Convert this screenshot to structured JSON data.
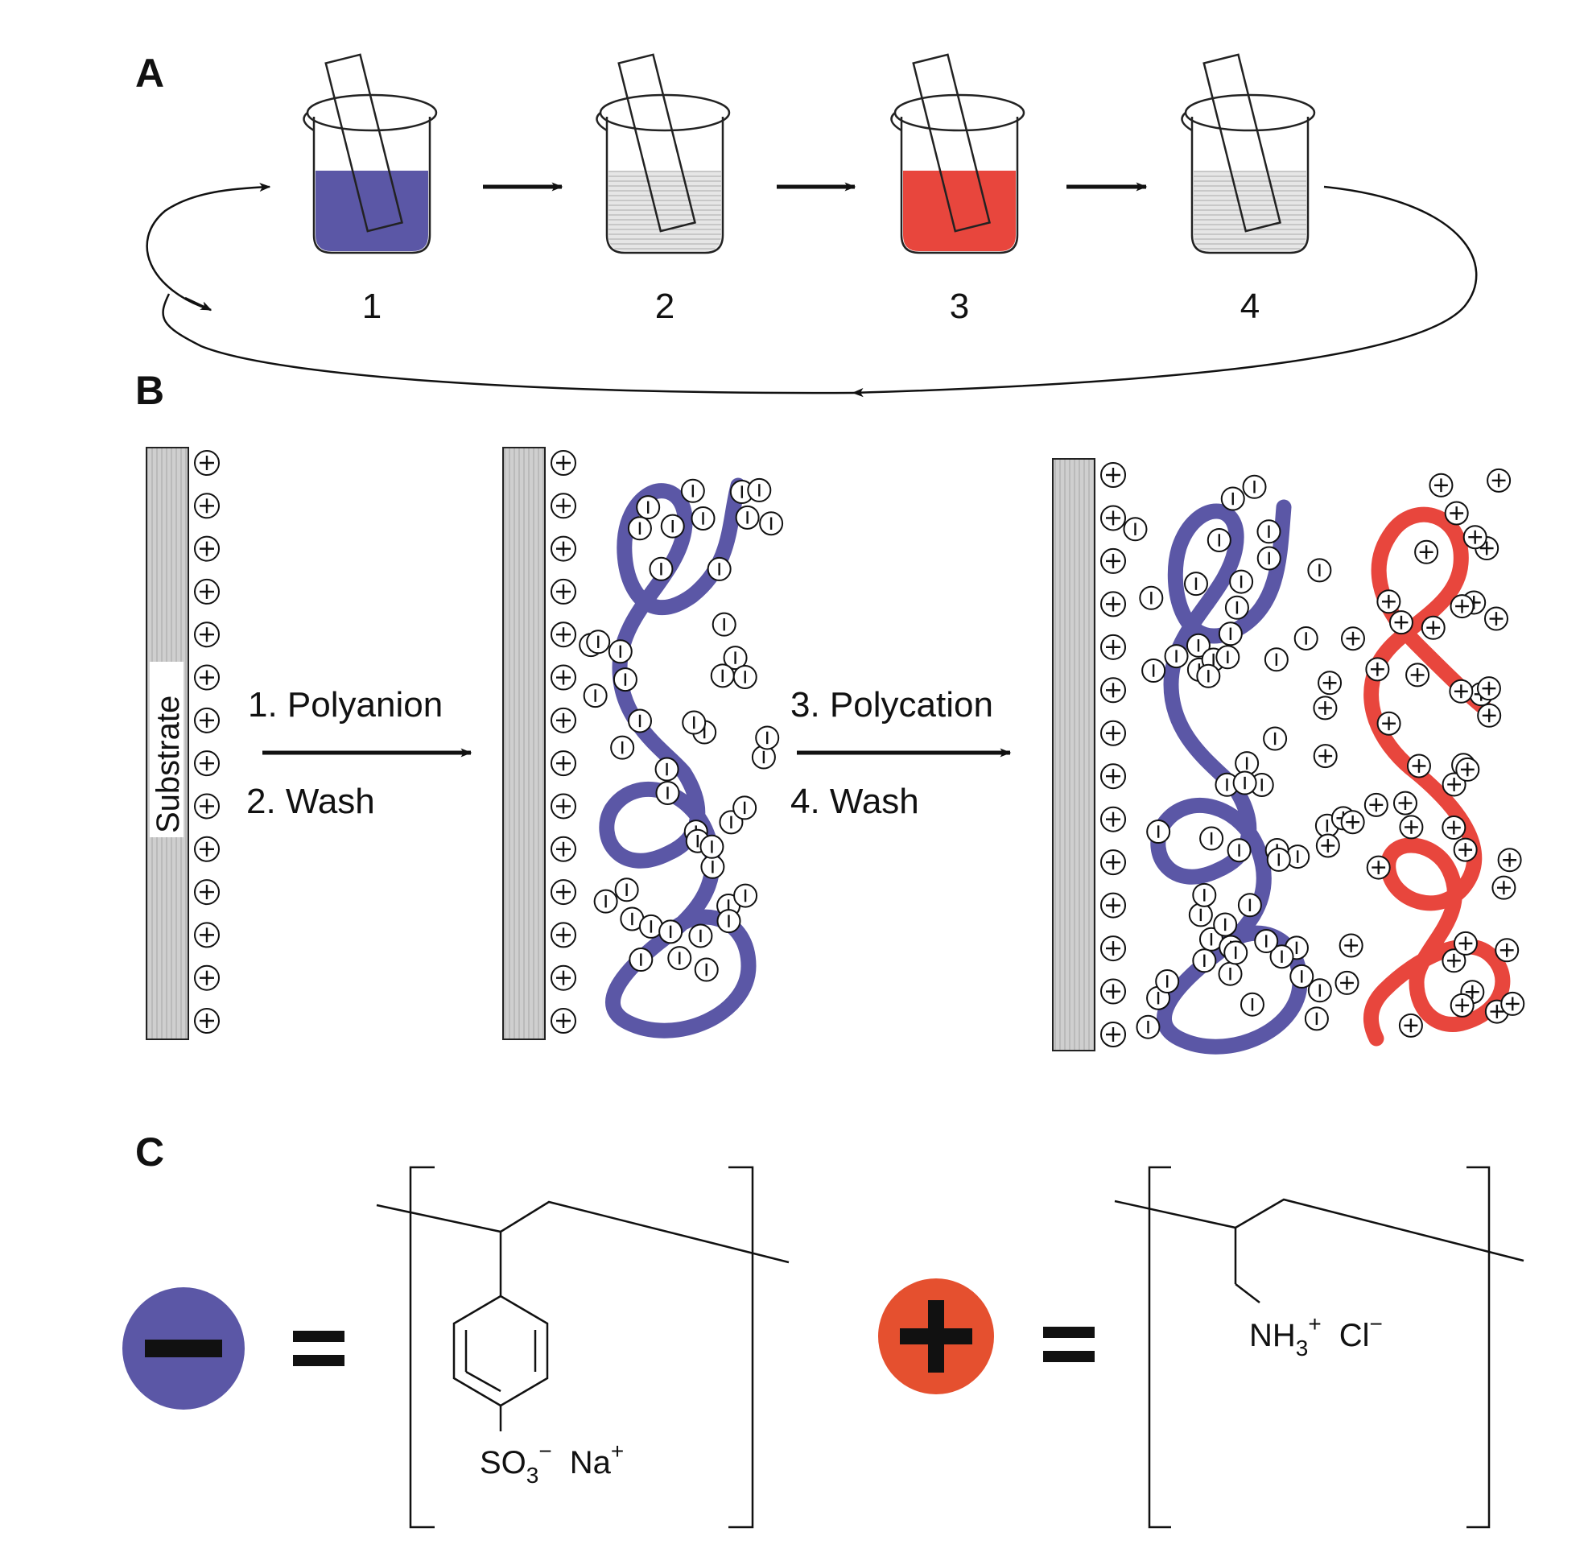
{
  "panels": {
    "a": "A",
    "b": "B",
    "c": "C"
  },
  "beakers": [
    {
      "label": "1",
      "solution": "polyanion"
    },
    {
      "label": "2",
      "solution": "wash"
    },
    {
      "label": "3",
      "solution": "polycation"
    },
    {
      "label": "4",
      "solution": "wash"
    }
  ],
  "substrate_label": "Substrate",
  "steps": {
    "s1": "1. Polyanion",
    "s2": "2. Wash",
    "s3": "3. Polycation",
    "s4": "4. Wash"
  },
  "chemistry": {
    "anion_counter": {
      "main": "SO",
      "sub": "3",
      "sup": "−",
      "counter": "Na",
      "counter_sup": "+"
    },
    "cation_counter": {
      "main": "NH",
      "sub": "3",
      "sup": "+",
      "counter": "Cl",
      "counter_sup": "−"
    }
  },
  "colors": {
    "polyanion": "#5b57a6",
    "polycation": "#e8463d",
    "cation_symbol": "#e5502f",
    "wash": "#d9d9d9",
    "substrate": "#c8c8c8"
  }
}
